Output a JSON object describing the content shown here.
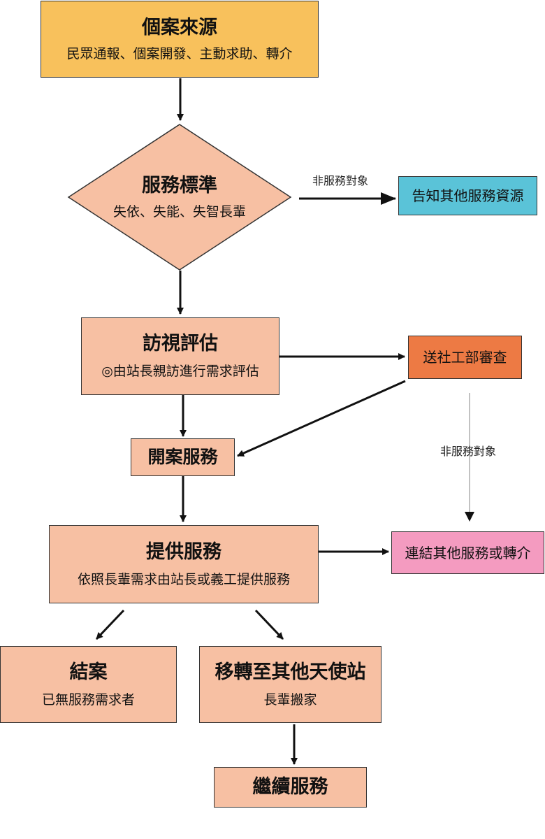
{
  "colors": {
    "source": "#f8c15c",
    "salmon": "#f7c0a3",
    "cyan": "#5ac3d8",
    "orange": "#ed7a44",
    "pink": "#f49bc0",
    "line": "#111111",
    "gray_line": "#999999"
  },
  "nodes": {
    "source": {
      "title": "個案來源",
      "sub": "民眾通報、個案開發、主動求助、轉介"
    },
    "criteria": {
      "title": "服務標準",
      "sub": "失依、失能、失智長輩"
    },
    "other_resources": {
      "title": "告知其他服務資源"
    },
    "visit": {
      "title": "訪視評估",
      "sub": "◎由站長親訪進行需求評估"
    },
    "social_review": {
      "title": "送社工部審查"
    },
    "open_case": {
      "title": "開案服務"
    },
    "provide": {
      "title": "提供服務",
      "sub": "依照長輩需求由站長或義工提供服務"
    },
    "link_other": {
      "title": "連結其他服務或轉介"
    },
    "close_case": {
      "title": "結案",
      "sub": "已無服務需求者"
    },
    "transfer": {
      "title": "移轉至其他天使站",
      "sub": "長輩搬家"
    },
    "continue": {
      "title": "繼續服務"
    }
  },
  "edge_labels": {
    "non_target_1": "非服務對象",
    "non_target_2": "非服務對象"
  }
}
